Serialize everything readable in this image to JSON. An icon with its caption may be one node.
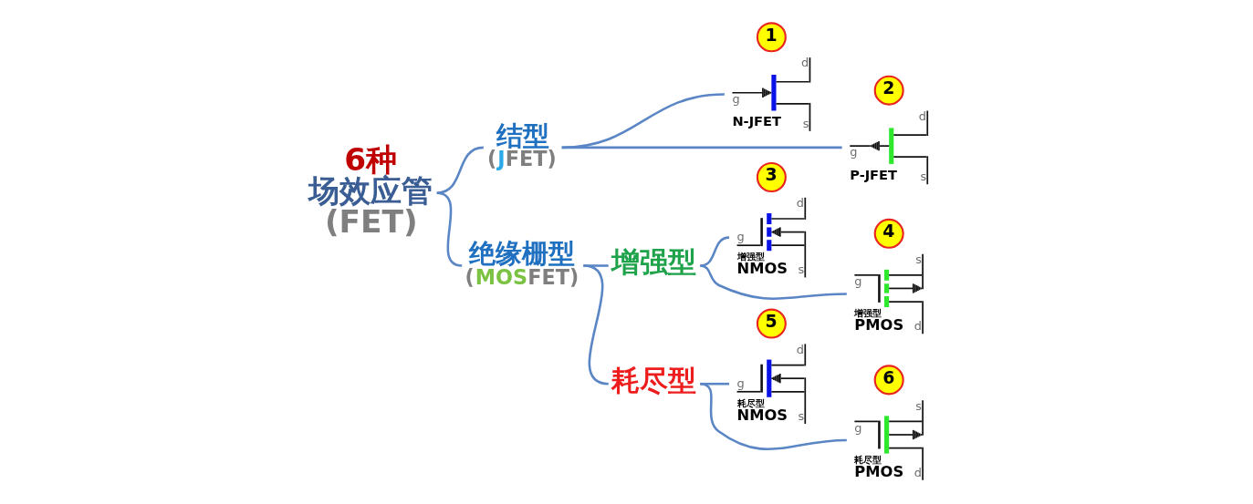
{
  "diagram": {
    "nodes": [
      {
        "text": [
          "6种",
          "场效应管",
          "(FET)"
        ]
      },
      {
        "text": [
          "结型",
          "(JFET)"
        ]
      },
      {
        "text": [
          "1"
        ]
      },
      {
        "text": [
          "d",
          "g",
          "N-JFET",
          "s"
        ]
      },
      {
        "text": [
          "2"
        ]
      },
      {
        "text": [
          "d",
          "g",
          "P-JFET",
          "s"
        ]
      },
      {
        "text": [
          "绝缘栅型",
          "(MOSFET)"
        ]
      },
      {
        "text": [
          "增强型"
        ]
      },
      {
        "text": [
          "3"
        ]
      },
      {
        "text": [
          "d",
          "g",
          "增强型",
          "NMOS",
          "s"
        ]
      },
      {
        "text": [
          "4"
        ]
      },
      {
        "text": [
          "s",
          "g",
          "增强型",
          "PMOS",
          "d"
        ]
      },
      {
        "text": [
          "耗尽型"
        ]
      },
      {
        "text": [
          "5"
        ]
      },
      {
        "text": [
          "d",
          "g",
          "耗尽型",
          "NMOS",
          "s"
        ]
      },
      {
        "text": [
          "6"
        ]
      },
      {
        "text": [
          "s",
          "g",
          "耗尽型",
          "PMOS",
          "d"
        ]
      }
    ],
    "edges": [
      {
        "from": 0,
        "to": 1,
        "arrow": "none"
      },
      {
        "from": 0,
        "to": 6,
        "arrow": "none"
      },
      {
        "from": 1,
        "to": 3,
        "arrow": "none"
      },
      {
        "from": 1,
        "to": 5,
        "arrow": "none"
      },
      {
        "from": 6,
        "to": 7,
        "arrow": "none"
      },
      {
        "from": 6,
        "to": 12,
        "arrow": "none"
      },
      {
        "from": 7,
        "to": 9,
        "arrow": "none"
      },
      {
        "from": 7,
        "to": 11,
        "arrow": "none"
      },
      {
        "from": 12,
        "to": 14,
        "arrow": "none"
      },
      {
        "from": 12,
        "to": 16,
        "arrow": "none"
      }
    ]
  }
}
